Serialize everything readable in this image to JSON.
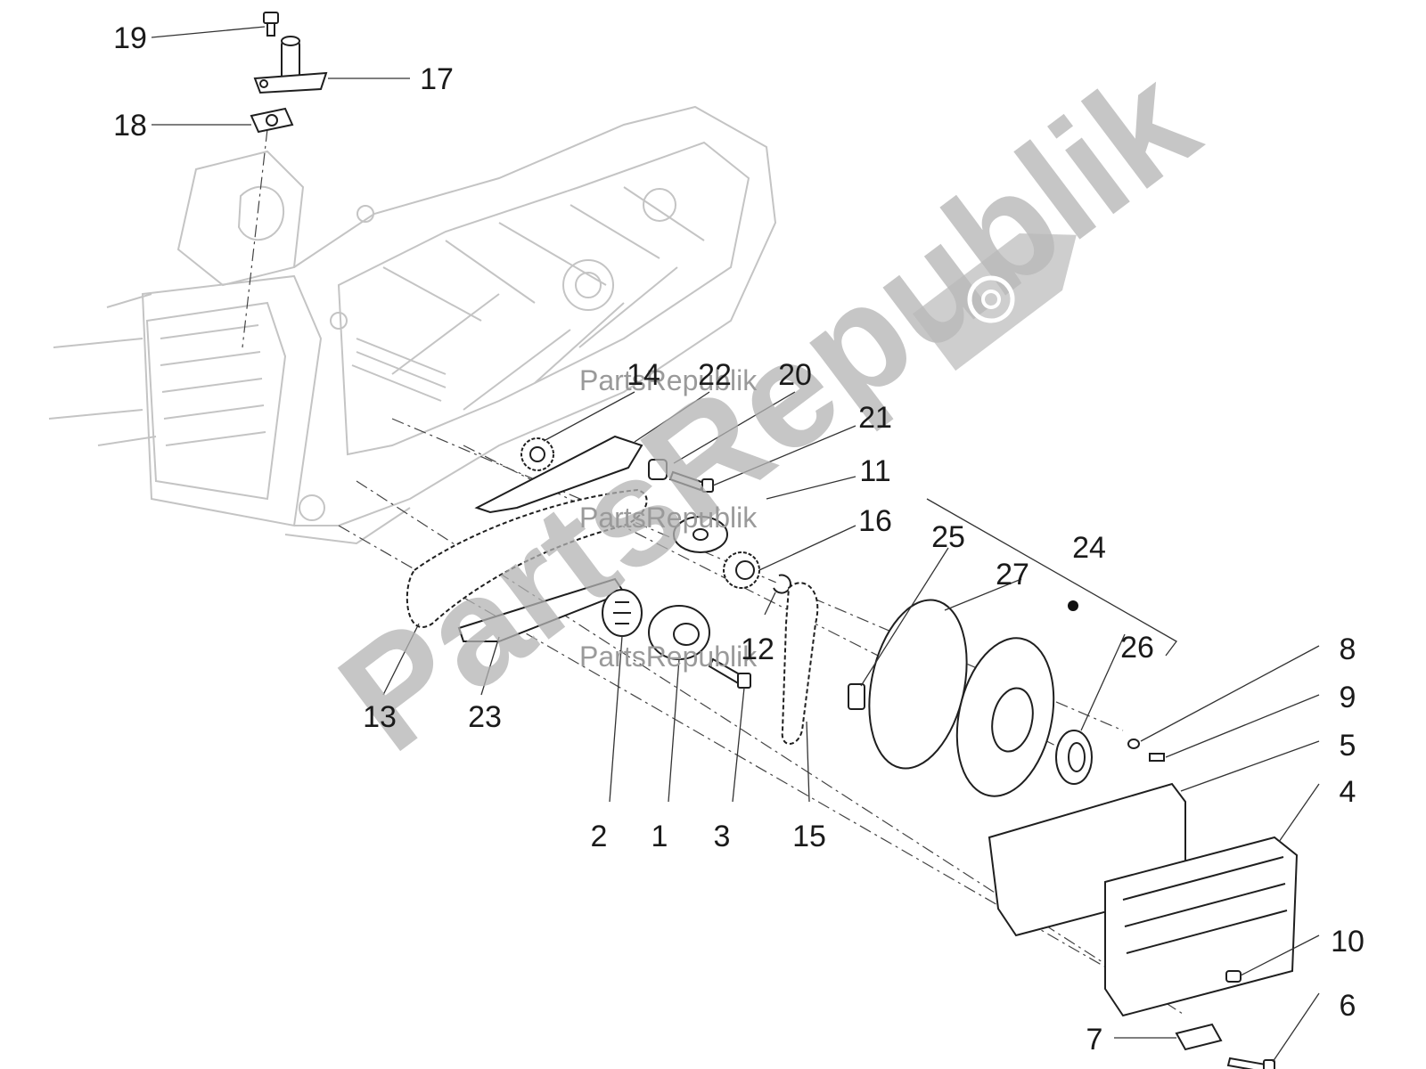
{
  "watermark": {
    "big_text": "PartsRepublik",
    "small_text": "PartsRepublik"
  },
  "callouts": [
    "1",
    "2",
    "3",
    "4",
    "5",
    "6",
    "7",
    "8",
    "9",
    "10",
    "11",
    "12",
    "13",
    "14",
    "15",
    "16",
    "17",
    "18",
    "19",
    "20",
    "21",
    "22",
    "23",
    "24",
    "25",
    "26",
    "27"
  ]
}
